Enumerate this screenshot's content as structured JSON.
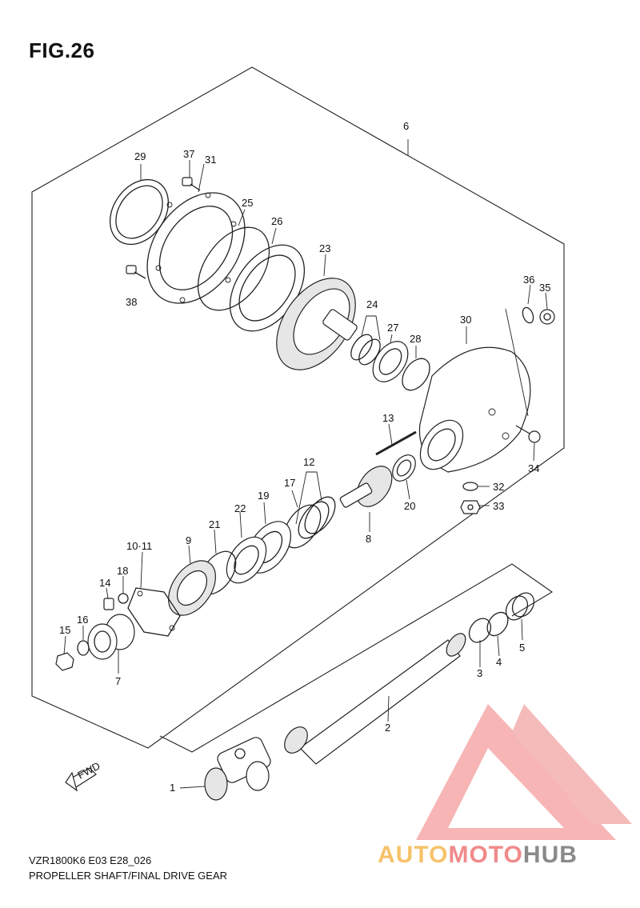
{
  "figure": {
    "title": "FIG.26",
    "model_code": "VZR1800K6 E03 E28_026",
    "section_name": "PROPELLER SHAFT/FINAL DRIVE GEAR"
  },
  "fwd_label": "FWD",
  "watermark": {
    "part1": "AUTO",
    "part2": "MOTO",
    "part3": "HUB",
    "colors": {
      "auto": "#f6c26a",
      "moto": "#f08a8a",
      "hub": "#8a8a8a",
      "logo": "#f4a3a3"
    }
  },
  "callouts": {
    "c1": "1",
    "c2": "2",
    "c3": "3",
    "c4": "4",
    "c5": "5",
    "c6": "6",
    "c7": "7",
    "c8": "8",
    "c9": "9",
    "c10_11": "10·11",
    "c12": "12",
    "c13": "13",
    "c14": "14",
    "c15": "15",
    "c16": "16",
    "c17": "17",
    "c18": "18",
    "c19": "19",
    "c20": "20",
    "c21": "21",
    "c22": "22",
    "c23": "23",
    "c24": "24",
    "c25": "25",
    "c26": "26",
    "c27": "27",
    "c28": "28",
    "c29": "29",
    "c30": "30",
    "c31": "31",
    "c32": "32",
    "c33": "33",
    "c34": "34",
    "c35": "35",
    "c36": "36",
    "c37": "37",
    "c38": "38"
  }
}
